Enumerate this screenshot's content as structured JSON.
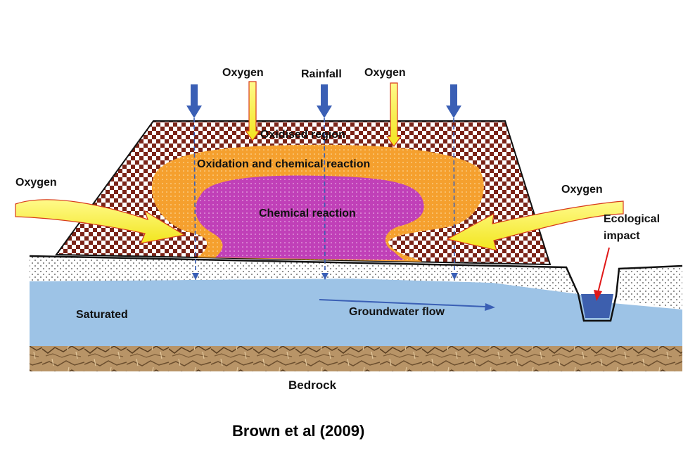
{
  "labels": {
    "oxygen_top_left": "Oxygen",
    "rainfall": "Rainfall",
    "oxygen_top_right": "Oxygen",
    "oxidised_region": "Oxidised region",
    "oxidation_reaction": "Oxidation and chemical reaction",
    "chemical_reaction": "Chemical reaction",
    "oxygen_left": "Oxygen",
    "oxygen_right": "Oxygen",
    "ecological_impact_line1": "Ecological",
    "ecological_impact_line2": "impact",
    "saturated": "Saturated",
    "groundwater_flow": "Groundwater flow",
    "bedrock": "Bedrock"
  },
  "citation": "Brown et al (2009)",
  "colors": {
    "checker_dark": "#7b2418",
    "checker_light": "#ffffff",
    "oxidation_zone": "#f5a02e",
    "reaction_zone": "#c040b8",
    "oxygen_arrow": "#f5ee3a",
    "rain_arrow": "#3a5fb5",
    "water": "#9dc3e6",
    "pond": "#3d5fae",
    "bedrock": "#b89467",
    "impact_arrow": "#e01818"
  }
}
